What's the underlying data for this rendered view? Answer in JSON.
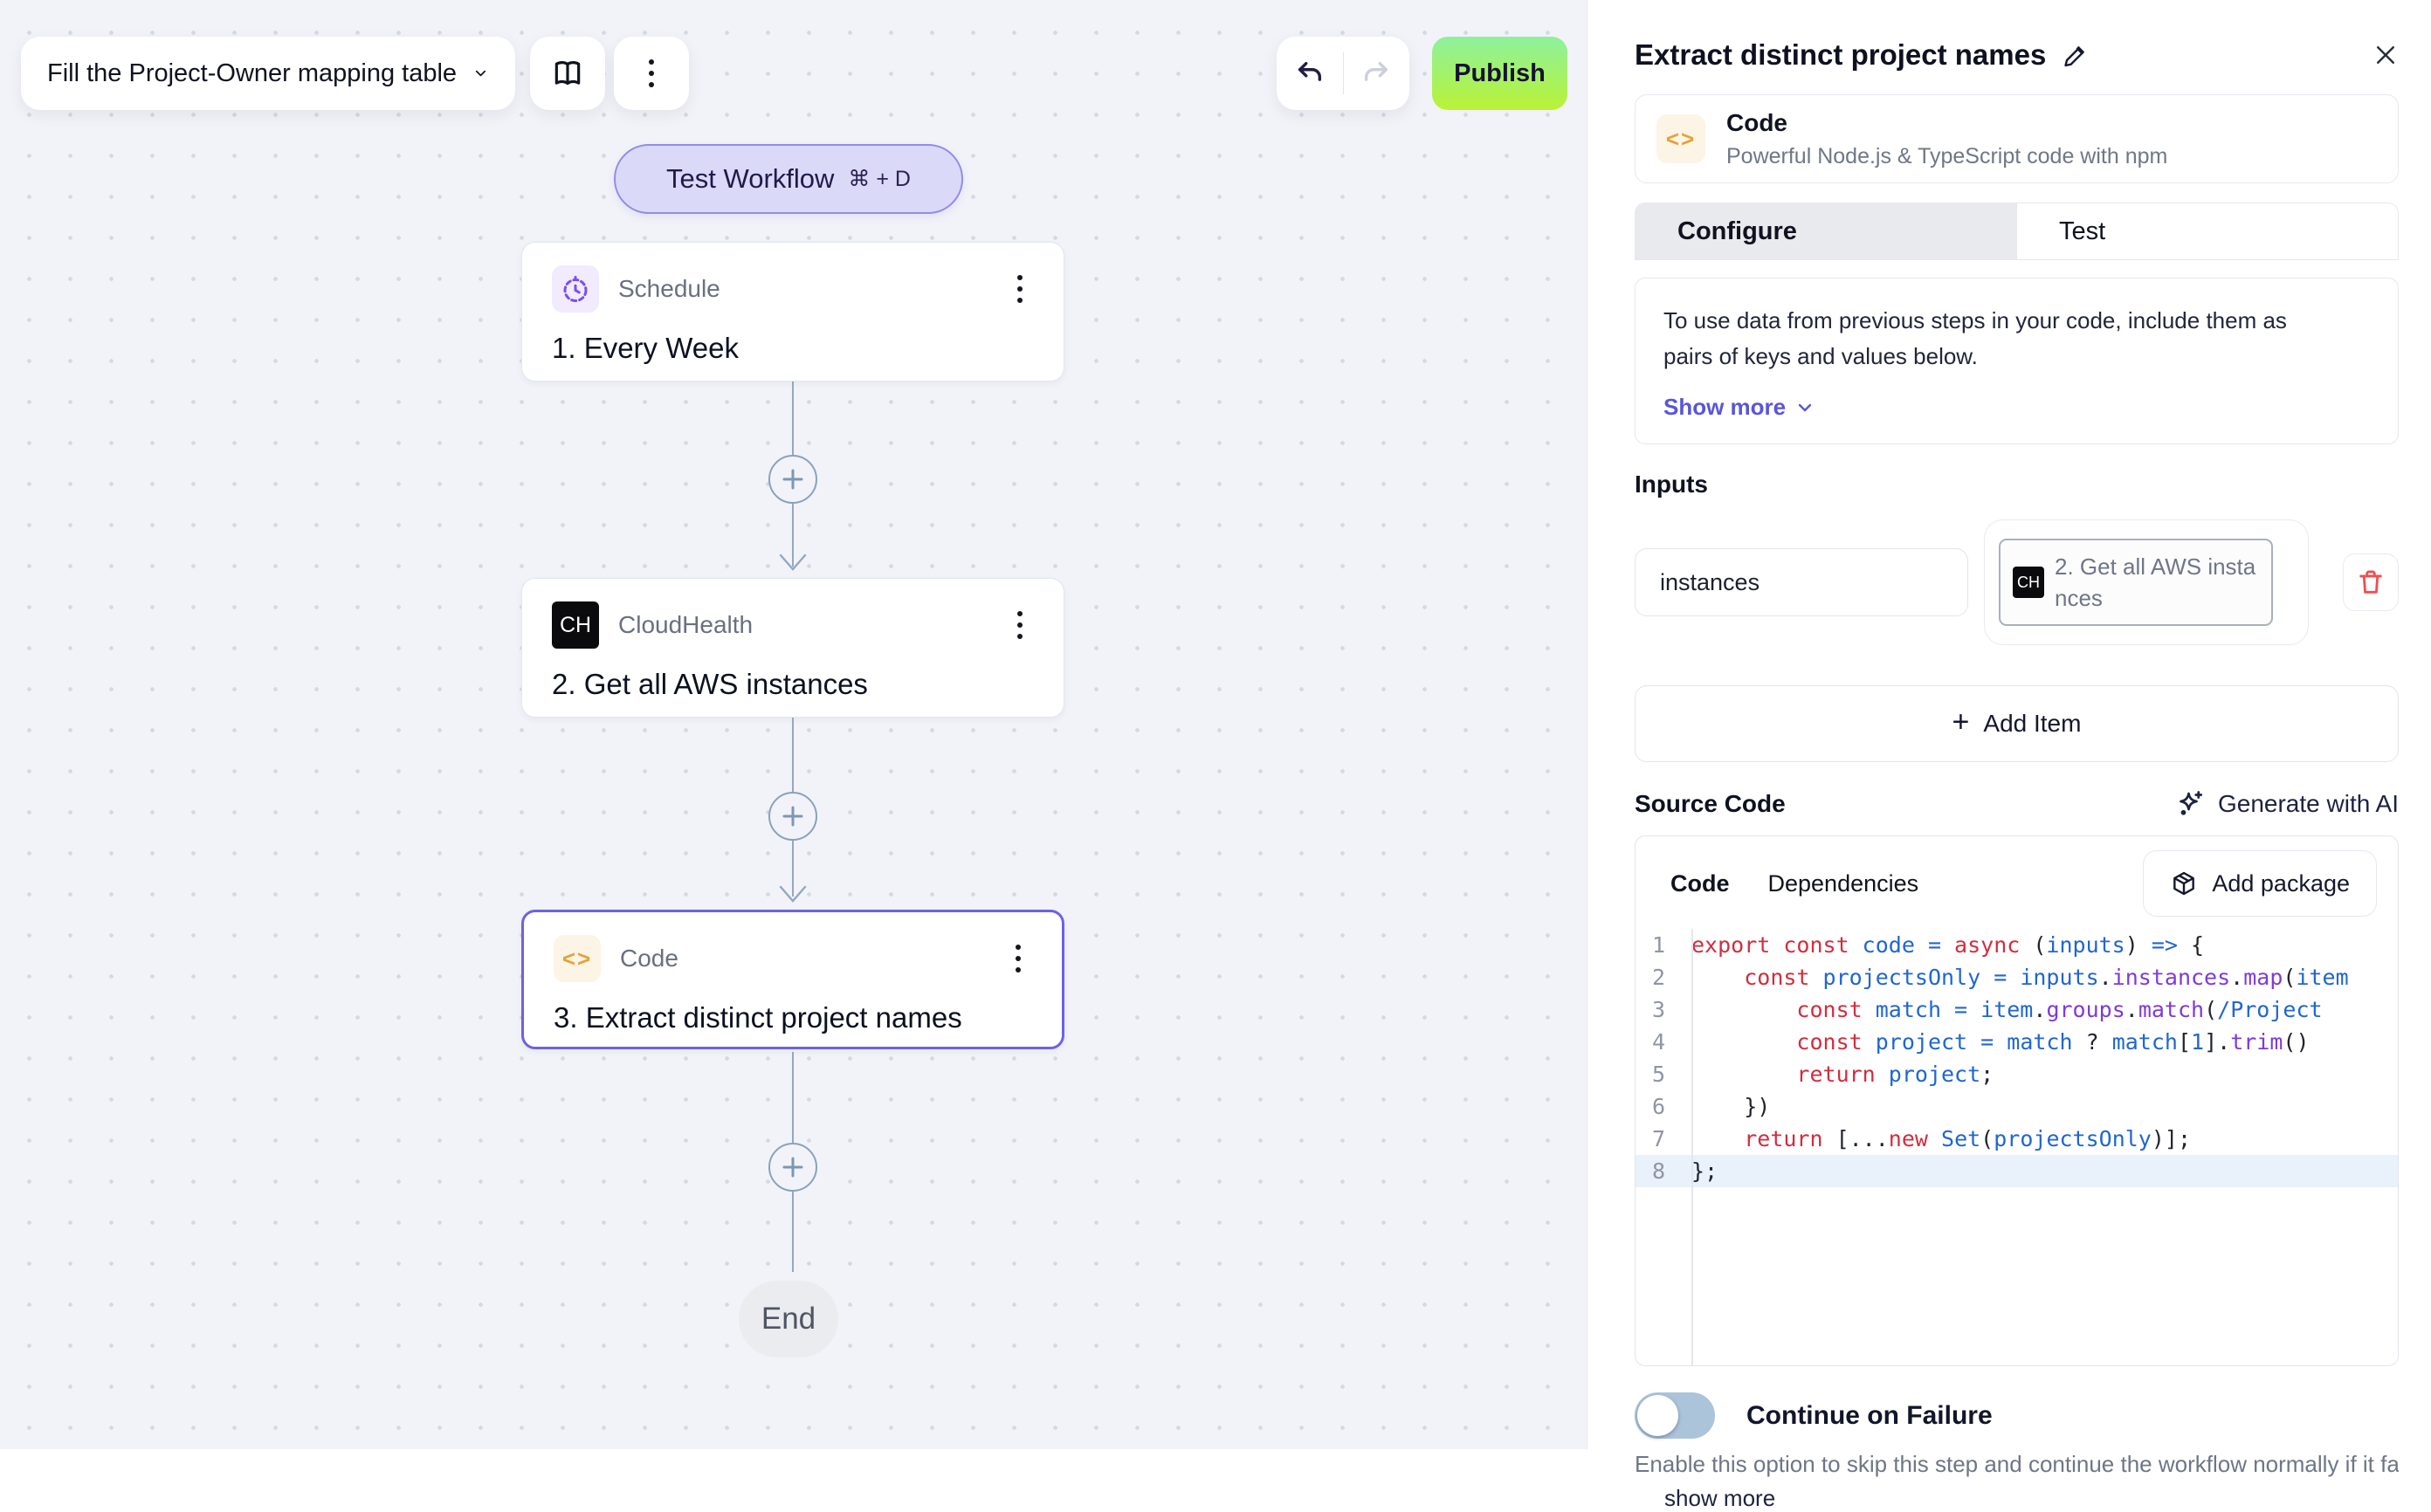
{
  "toolbar": {
    "workflow_name": "Fill the Project-Owner mapping table",
    "publish_label": "Publish"
  },
  "canvas": {
    "test_workflow_label": "Test Workflow",
    "test_workflow_shortcut": "⌘ + D",
    "end_label": "End",
    "nodes": [
      {
        "app": "Schedule",
        "title": "1. Every Week"
      },
      {
        "app": "CloudHealth",
        "badge": "CH",
        "title": "2. Get all AWS instances"
      },
      {
        "app": "Code",
        "glyph": "<>",
        "title": "3. Extract distinct project names"
      }
    ]
  },
  "panel": {
    "title": "Extract distinct project names",
    "step": {
      "name": "Code",
      "glyph": "<>",
      "description": "Powerful Node.js & TypeScript code with npm"
    },
    "tabs": {
      "configure": "Configure",
      "test": "Test"
    },
    "info": {
      "text": "To use data from previous steps in your code, include them as pairs of keys and values below.",
      "show_more": "Show more"
    },
    "inputs": {
      "label": "Inputs",
      "key_value": "instances",
      "chip": {
        "badge": "CH",
        "text": "2. Get all AWS instances"
      },
      "add_item": "Add Item"
    },
    "source_code": {
      "label": "Source Code",
      "generate": "Generate with AI",
      "tab_code": "Code",
      "tab_dependencies": "Dependencies",
      "add_package": "Add package",
      "active_line": 8,
      "lines": [
        {
          "n": 1,
          "tokens": [
            [
              "k",
              "export "
            ],
            [
              "k",
              "const "
            ],
            [
              "i",
              "code "
            ],
            [
              "o",
              "= "
            ],
            [
              "k",
              "async "
            ],
            [
              "p",
              "("
            ],
            [
              "i",
              "inputs"
            ],
            [
              "p",
              ") "
            ],
            [
              "o",
              "=> "
            ],
            [
              "p",
              "{"
            ]
          ]
        },
        {
          "n": 2,
          "tokens": [
            [
              "p",
              "    "
            ],
            [
              "k",
              "const "
            ],
            [
              "i",
              "projectsOnly "
            ],
            [
              "o",
              "= "
            ],
            [
              "i",
              "inputs"
            ],
            [
              "p",
              "."
            ],
            [
              "m",
              "instances"
            ],
            [
              "p",
              "."
            ],
            [
              "m",
              "map"
            ],
            [
              "p",
              "("
            ],
            [
              "i",
              "item"
            ]
          ]
        },
        {
          "n": 3,
          "tokens": [
            [
              "p",
              "        "
            ],
            [
              "k",
              "const "
            ],
            [
              "i",
              "match "
            ],
            [
              "o",
              "= "
            ],
            [
              "i",
              "item"
            ],
            [
              "p",
              "."
            ],
            [
              "m",
              "groups"
            ],
            [
              "p",
              "."
            ],
            [
              "m",
              "match"
            ],
            [
              "p",
              "("
            ],
            [
              "i",
              "/Project"
            ]
          ]
        },
        {
          "n": 4,
          "tokens": [
            [
              "p",
              "        "
            ],
            [
              "k",
              "const "
            ],
            [
              "i",
              "project "
            ],
            [
              "o",
              "= "
            ],
            [
              "i",
              "match "
            ],
            [
              "p",
              "? "
            ],
            [
              "i",
              "match"
            ],
            [
              "p",
              "["
            ],
            [
              "i",
              "1"
            ],
            [
              "p",
              "]."
            ],
            [
              "m",
              "trim"
            ],
            [
              "p",
              "()"
            ]
          ]
        },
        {
          "n": 5,
          "tokens": [
            [
              "p",
              "        "
            ],
            [
              "k",
              "return "
            ],
            [
              "i",
              "project"
            ],
            [
              "p",
              ";"
            ]
          ]
        },
        {
          "n": 6,
          "tokens": [
            [
              "p",
              "    })"
            ]
          ]
        },
        {
          "n": 7,
          "tokens": [
            [
              "p",
              "    "
            ],
            [
              "k",
              "return "
            ],
            [
              "p",
              "[..."
            ],
            [
              "k",
              "new "
            ],
            [
              "i",
              "Set"
            ],
            [
              "p",
              "("
            ],
            [
              "i",
              "projectsOnly"
            ],
            [
              "p",
              ")];"
            ]
          ]
        },
        {
          "n": 8,
          "tokens": [
            [
              "p",
              "};"
            ]
          ]
        }
      ]
    },
    "continue_on_failure": {
      "label": "Continue on Failure",
      "description": "Enable this option to skip this step and continue the workflow normally if it fa...",
      "show_more": "show more"
    }
  },
  "colors": {
    "accent_purple": "#6d61e6",
    "publish_gradient_top": "#8df19d",
    "publish_gradient_bottom": "#baf235",
    "link_purple": "#5a55da",
    "connector": "#93a8c1",
    "code_keyword": "#d22d3e",
    "code_identifier": "#2066d2",
    "code_property": "#7d3bd9",
    "danger_red": "#f04f4f"
  }
}
